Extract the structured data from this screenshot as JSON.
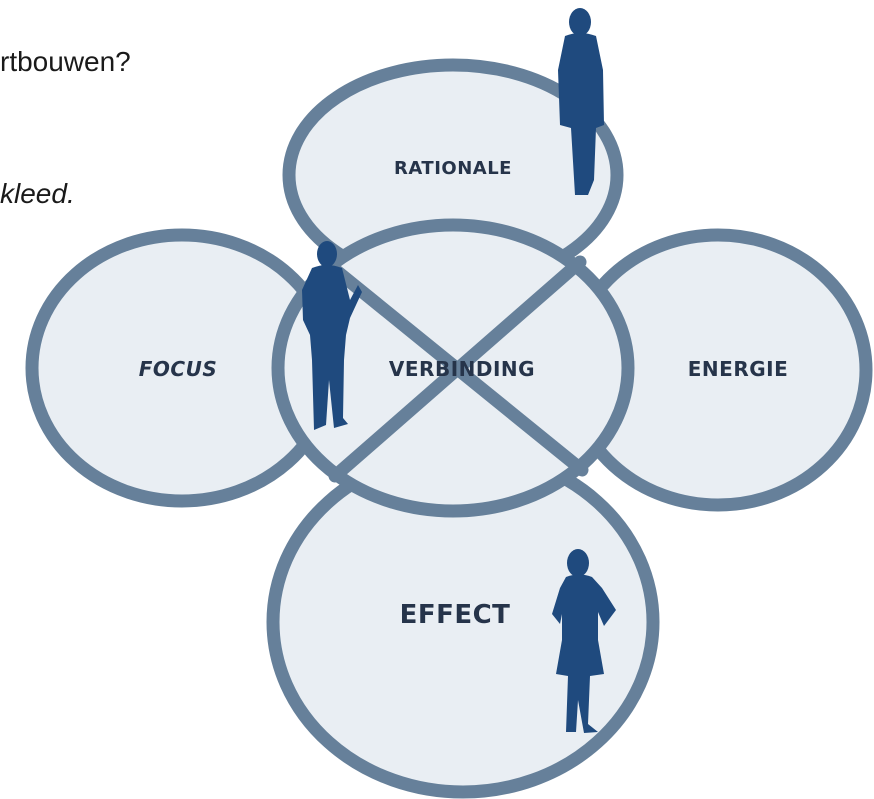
{
  "text": {
    "line1": "rtbouwen?",
    "line2": "kleed."
  },
  "diagram": {
    "labels": {
      "top": "RATIONALE",
      "left": "FOCUS",
      "center": "VERBINDING",
      "right": "ENERGIE",
      "bottom": "EFFECT"
    },
    "colors": {
      "ring": "#66809a",
      "fill": "#e9eef3",
      "figure": "#1f4a7e",
      "text": "#26344a"
    },
    "figures": [
      "woman-standing-figure",
      "man-standing-figure",
      "woman-hands-on-hips-figure"
    ]
  }
}
